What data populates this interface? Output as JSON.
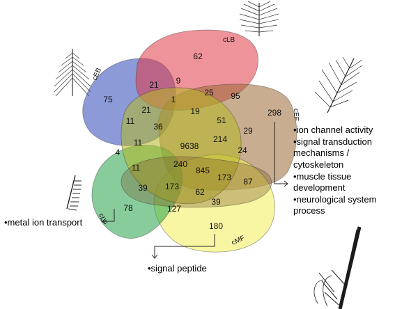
{
  "sets": [
    {
      "label": "cEB",
      "color": "#2f47b8"
    },
    {
      "label": "cLB",
      "color": "#e03a45"
    },
    {
      "label": "cEF",
      "color": "#9a6a34"
    },
    {
      "label": "cMF",
      "color": "#f2ef55"
    },
    {
      "label": "cLF",
      "color": "#27a34a"
    },
    {
      "label": "",
      "color": "#b5b825"
    }
  ],
  "regions": [
    "62",
    "21",
    "9",
    "25",
    "95",
    "75",
    "21",
    "1",
    "19",
    "51",
    "298",
    "11",
    "36",
    "29",
    "9638",
    "214",
    "24",
    "11",
    "4",
    "11",
    "240",
    "845",
    "173",
    "87",
    "39",
    "173",
    "62",
    "78",
    "127",
    "39",
    "180"
  ],
  "annotations": {
    "cEF": [
      "•ion channel activity",
      "•signal transduction",
      "mechanisms /",
      "cytoskeleton",
      "•muscle tissue",
      "development",
      "•neurological system",
      "process"
    ],
    "cLF": [
      "•metal ion transport"
    ],
    "cMF": [
      "•signal peptide"
    ]
  },
  "feather_icons": [
    "feather-cEB-icon",
    "feather-cLB-icon",
    "feather-cEF-icon",
    "feather-cLF-icon",
    "feather-cMF-icon"
  ]
}
